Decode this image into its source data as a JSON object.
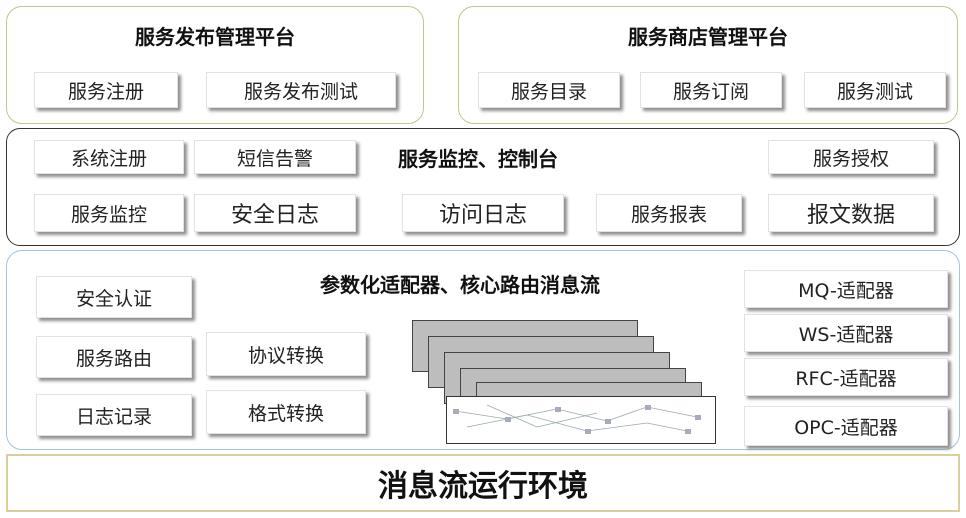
{
  "publish_platform": {
    "title": "服务发布管理平台",
    "buttons": [
      "服务注册",
      "服务发布测试"
    ]
  },
  "store_platform": {
    "title": "服务商店管理平台",
    "buttons": [
      "服务目录",
      "服务订阅",
      "服务测试"
    ]
  },
  "monitor_console": {
    "title": "服务监控、控制台",
    "row1": [
      "系统注册",
      "短信告警",
      "服务授权"
    ],
    "row2": [
      "服务监控",
      "安全日志",
      "访问日志",
      "服务报表",
      "报文数据"
    ]
  },
  "adapter_layer": {
    "title": "参数化适配器、核心路由消息流",
    "left": [
      "安全认证",
      "服务路由",
      "日志记录"
    ],
    "middle": [
      "协议转换",
      "格式转换"
    ],
    "adapters": [
      "MQ-适配器",
      "WS-适配器",
      "RFC-适配器",
      "OPC-适配器"
    ]
  },
  "runtime": {
    "title": "消息流运行环境"
  },
  "colors": {
    "green_border": "#b4cc8a",
    "dark_border": "#333333",
    "blue_border": "#9fc4dc",
    "runtime_border": "#d9cf9a"
  }
}
